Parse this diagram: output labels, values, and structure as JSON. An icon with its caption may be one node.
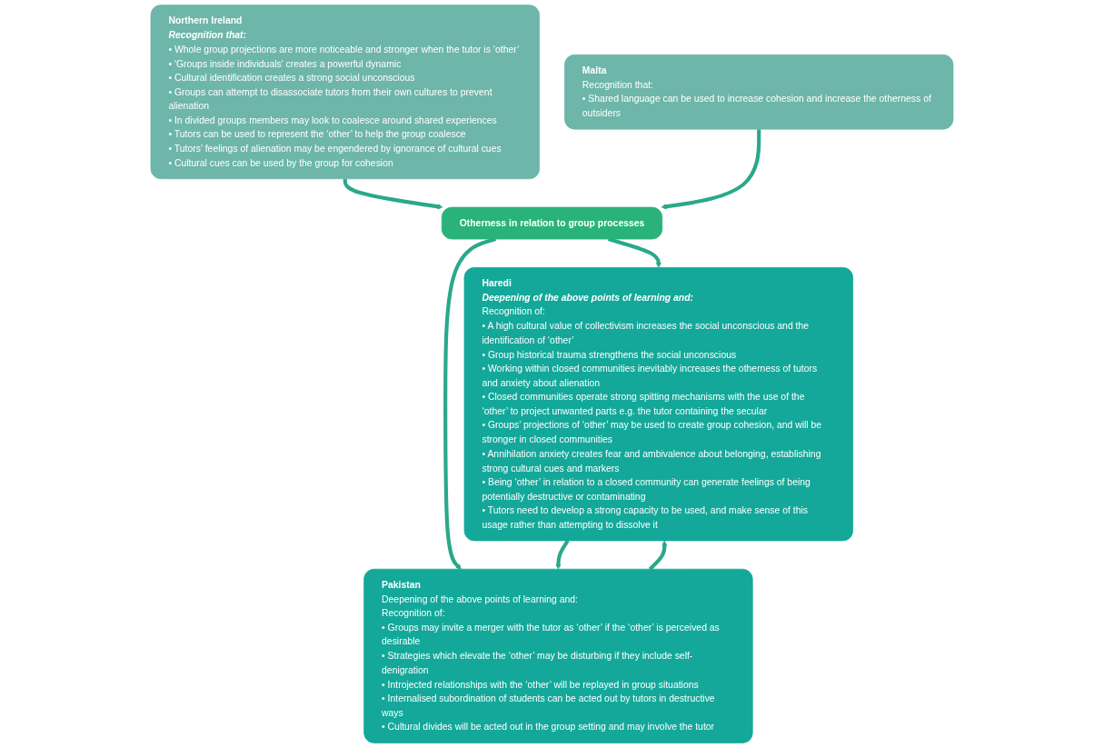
{
  "diagram": {
    "nodes": [
      {
        "text": [
          "Northern Ireland",
          "Recognition that:",
          "• Whole group projections are more noticeable and stronger when the tutor is ‘other’",
          "• 'Groups inside individuals' creates a powerful dynamic",
          "• Cultural identification creates a strong social unconscious",
          "• Groups can attempt to disassociate tutors from their own cultures to prevent alienation",
          "• In divided groups members may look to coalesce around shared experiences",
          "• Tutors can be used to represent the ‘other’ to help the group coalesce",
          "• Tutors’ feelings of alienation may be engendered by ignorance of cultural cues",
          "• Cultural cues can be used by the group for cohesion"
        ]
      },
      {
        "text": [
          "Malta",
          "Recognition that:",
          "• Shared language can be used to increase cohesion and increase the otherness of outsiders"
        ]
      },
      {
        "text": [
          "Otherness in relation to group processes"
        ]
      },
      {
        "text": [
          "Haredi",
          "Deepening of the above points of learning and:",
          "Recognition of:",
          "• A high cultural value of collectivism increases the social unconscious and the identification of ‘other’",
          "• Group historical trauma strengthens the social unconscious",
          "• Working within closed communities inevitably increases the otherness of tutors and anxiety about alienation",
          "• Closed communities operate strong spitting mechanisms with the use of the ‘other’ to project unwanted parts e.g. the tutor containing the secular",
          "• Groups’ projections of ‘other’ may be used to create group cohesion, and will be stronger in closed communities",
          "• Annihilation anxiety creates fear and ambivalence about belonging, establishing strong cultural cues and markers",
          "• Being ‘other’ in relation to a closed community can generate feelings of being potentially destructive or contaminating",
          "• Tutors need to develop a strong capacity to be used, and make sense of this usage rather than attempting to dissolve it"
        ]
      },
      {
        "text": [
          "Pakistan",
          "Deepening of the above points of learning and:",
          "Recognition of:",
          "• Groups may invite a merger with the tutor as ‘other’ if the ‘other’ is perceived as desirable",
          "• Strategies which elevate the ‘other’ may be disturbing if they include self-denigration",
          "• Introjected relationships with the ‘other’ will be replayed in group situations",
          "• Internalised subordination of students can be acted out by tutors in destructive ways",
          "• Cultural divides will be acted out in the group setting and may involve the tutor"
        ]
      }
    ],
    "edges": [
      {
        "from": 0,
        "to": 2,
        "arrow": "to"
      },
      {
        "from": 1,
        "to": 2,
        "arrow": "to"
      },
      {
        "from": 2,
        "to": 3,
        "arrow": "to"
      },
      {
        "from": 2,
        "to": 4,
        "arrow": "to"
      },
      {
        "from": 4,
        "to": 3,
        "arrow": "to"
      },
      {
        "from": 3,
        "to": 4,
        "arrow": "to"
      }
    ]
  }
}
